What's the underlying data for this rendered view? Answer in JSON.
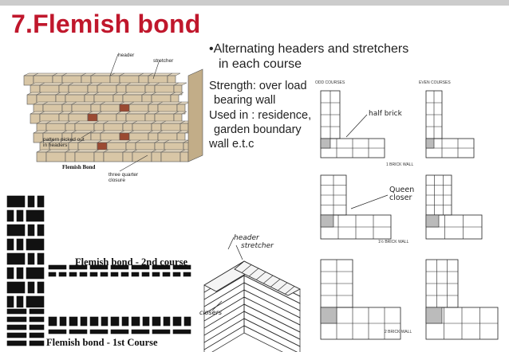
{
  "slide": {
    "title": "7.Flemish bond",
    "bullets": {
      "b1_line1": "•Alternating headers and stretchers",
      "b1_line2": "in each course",
      "b2_line1": "Strength: over load",
      "b2_line2": "bearing wall",
      "b3_line1": "Used in : residence,",
      "b3_line2": "garden boundary",
      "b3_line3": "wall  e.t.c"
    }
  },
  "wall_figure": {
    "header_label": "header",
    "stretcher_label": "stretcher",
    "pattern_label_1": "pattern picked out",
    "pattern_label_2": "in headers",
    "caption": "Flemish Bond",
    "closure_label_1": "three quarter",
    "closure_label_2": "closure"
  },
  "plan_figure": {
    "caption_2nd": "Flemish bond - 2nd course",
    "caption_1st": "Flemish bond - 1st Course"
  },
  "iso_figure": {
    "header_note": "header",
    "stretcher_note": "stretcher",
    "closers_note": "closers"
  },
  "courses_figure": {
    "odd_label": "ODD COURSES",
    "even_label": "EVEN COURSES",
    "half_brick": "half brick",
    "queen_closer_1": "Queen",
    "queen_closer_2": "closer",
    "wall_1": "1 BRICK WALL",
    "wall_15": "1½ BRICK WALL",
    "wall_2": "2  BRICK WALL"
  },
  "colors": {
    "title": "#c0172c",
    "brick": "#d8c6a6",
    "brick_dark": "#9b4a32"
  }
}
